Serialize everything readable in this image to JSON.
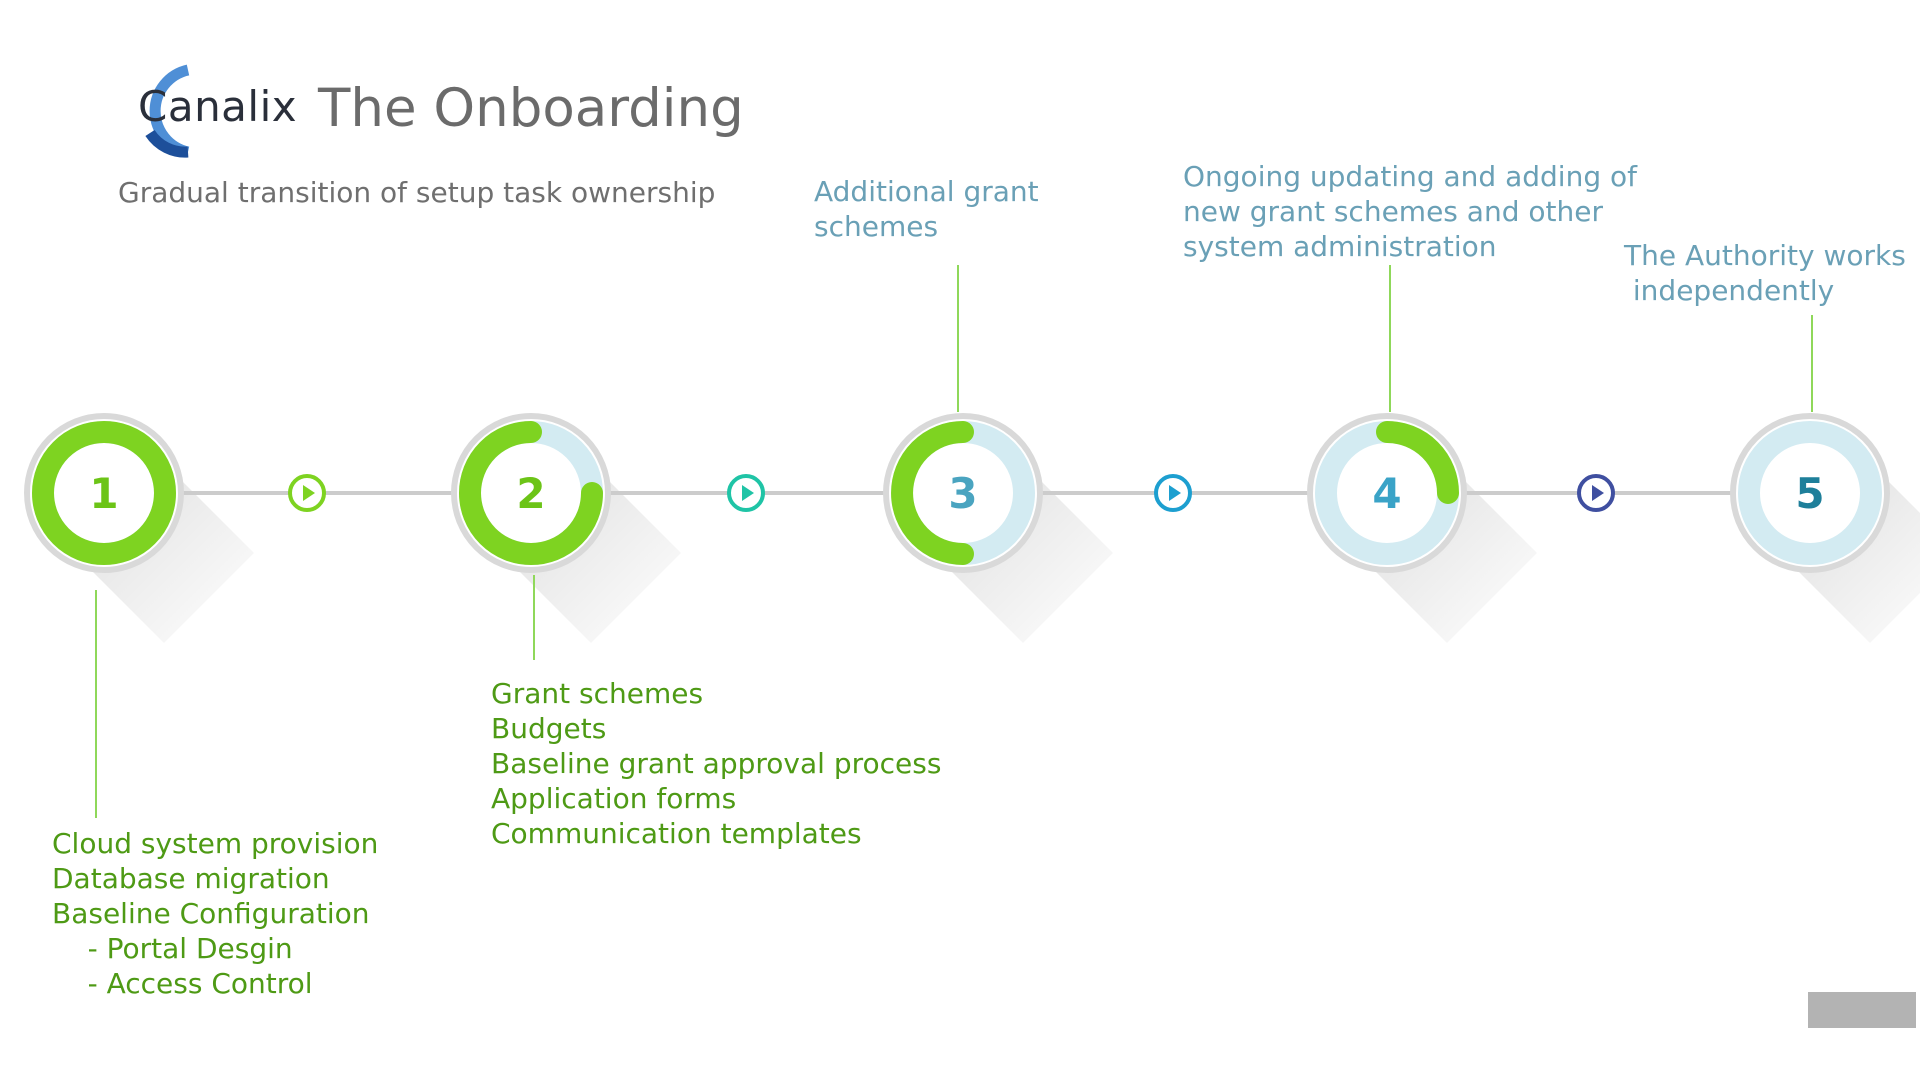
{
  "logo": {
    "text": "Canalix"
  },
  "title": "The Onboarding",
  "subtitle": "Gradual transition of setup task ownership",
  "colors": {
    "green": "#7ed321",
    "light_ring": "#d3ebf2",
    "line": "#cccccc",
    "text_green": "#4e9a15",
    "text_blue": "#6aa0b6"
  },
  "steps": [
    {
      "number": "1",
      "progress": 1.0,
      "number_color": "#6cc417"
    },
    {
      "number": "2",
      "progress": 0.75,
      "number_color": "#6cc417"
    },
    {
      "number": "3",
      "progress": 0.5,
      "number_color": "#4aa4c0"
    },
    {
      "number": "4",
      "progress": 0.25,
      "number_color": "#3aa3c7"
    },
    {
      "number": "5",
      "progress": 0.0,
      "number_color": "#1e7f9a"
    }
  ],
  "arrows": [
    {
      "icon": "play-circle-icon",
      "color": "#7ed321"
    },
    {
      "icon": "play-circle-icon",
      "color": "#1fc4a6"
    },
    {
      "icon": "play-circle-icon",
      "color": "#1d9fd0"
    },
    {
      "icon": "play-circle-icon",
      "color": "#3f4fa0"
    }
  ],
  "notes": {
    "step1": [
      "Cloud system provision",
      "Database migration",
      "Baseline Configuration",
      "    - Portal Desgin",
      "    - Access Control"
    ],
    "step2": [
      "Grant schemes",
      "Budgets",
      "Baseline grant approval process",
      "Application forms",
      "Communication templates"
    ],
    "step3": [
      "Additional grant",
      "schemes"
    ],
    "step4": [
      "Ongoing updating and adding of",
      "new grant schemes and other",
      "system administration"
    ],
    "step5": [
      "The Authority works",
      " independently"
    ]
  }
}
